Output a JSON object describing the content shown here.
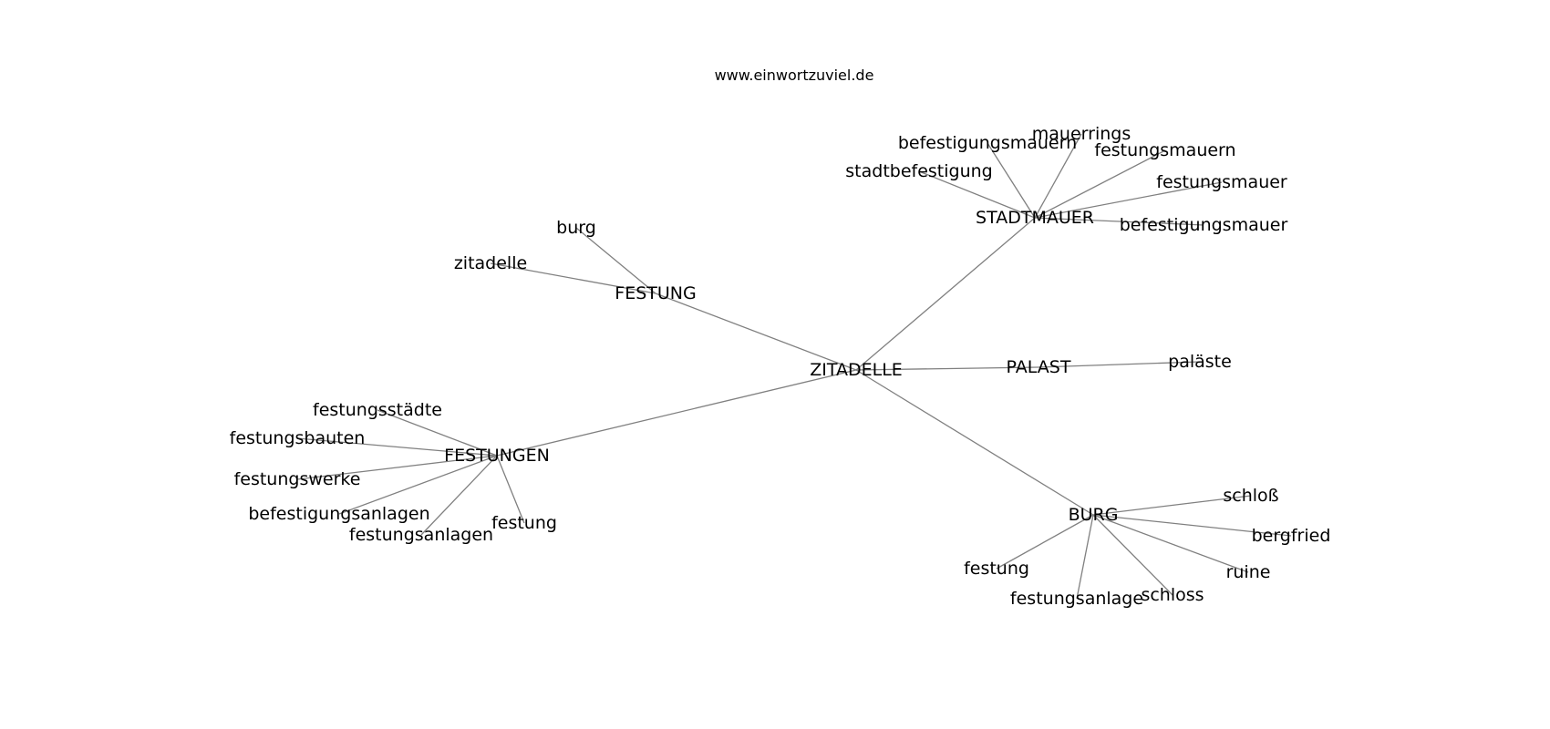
{
  "watermark": "www.einwortzuviel.de",
  "colors": {
    "edge": "#808080",
    "label": "#000000",
    "background": "#ffffff"
  },
  "nodes": [
    {
      "id": "zitadelle_main",
      "label": "ZITADELLE"
    },
    {
      "id": "festung_hub",
      "label": "FESTUNG"
    },
    {
      "id": "stadtmauer_hub",
      "label": "STADTMAUER"
    },
    {
      "id": "palast_hub",
      "label": "PALAST"
    },
    {
      "id": "festungen_hub",
      "label": "FESTUNGEN"
    },
    {
      "id": "burg_hub",
      "label": "BURG"
    },
    {
      "id": "burg_leaf",
      "label": "burg"
    },
    {
      "id": "zitadelle_leaf",
      "label": "zitadelle"
    },
    {
      "id": "befestigungsmauern",
      "label": "befestigungsmauern"
    },
    {
      "id": "mauerrings",
      "label": "mauerrings"
    },
    {
      "id": "festungsmauern",
      "label": "festungsmauern"
    },
    {
      "id": "stadtbefestigung",
      "label": "stadtbefestigung"
    },
    {
      "id": "festungsmauer",
      "label": "festungsmauer"
    },
    {
      "id": "befestigungsmauer",
      "label": "befestigungsmauer"
    },
    {
      "id": "palaeste",
      "label": "paläste"
    },
    {
      "id": "festungsstaedte",
      "label": "festungsstädte"
    },
    {
      "id": "festungsbauten",
      "label": "festungsbauten"
    },
    {
      "id": "festungswerke",
      "label": "festungswerke"
    },
    {
      "id": "befestigungsanlagen",
      "label": "befestigungsanlagen"
    },
    {
      "id": "festungsanlagen",
      "label": "festungsanlagen"
    },
    {
      "id": "festung_leaf_a",
      "label": "festung"
    },
    {
      "id": "schloss_sz",
      "label": "schloß"
    },
    {
      "id": "bergfried",
      "label": "bergfried"
    },
    {
      "id": "ruine",
      "label": "ruine"
    },
    {
      "id": "schloss_ss",
      "label": "schloss"
    },
    {
      "id": "festungsanlage",
      "label": "festungsanlage"
    },
    {
      "id": "festung_leaf_b",
      "label": "festung"
    }
  ],
  "edges": [
    [
      "zitadelle_main",
      "festung_hub"
    ],
    [
      "zitadelle_main",
      "stadtmauer_hub"
    ],
    [
      "zitadelle_main",
      "palast_hub"
    ],
    [
      "zitadelle_main",
      "festungen_hub"
    ],
    [
      "zitadelle_main",
      "burg_hub"
    ],
    [
      "festung_hub",
      "burg_leaf"
    ],
    [
      "festung_hub",
      "zitadelle_leaf"
    ],
    [
      "stadtmauer_hub",
      "befestigungsmauern"
    ],
    [
      "stadtmauer_hub",
      "mauerrings"
    ],
    [
      "stadtmauer_hub",
      "festungsmauern"
    ],
    [
      "stadtmauer_hub",
      "stadtbefestigung"
    ],
    [
      "stadtmauer_hub",
      "festungsmauer"
    ],
    [
      "stadtmauer_hub",
      "befestigungsmauer"
    ],
    [
      "palast_hub",
      "palaeste"
    ],
    [
      "festungen_hub",
      "festungsstaedte"
    ],
    [
      "festungen_hub",
      "festungsbauten"
    ],
    [
      "festungen_hub",
      "festungswerke"
    ],
    [
      "festungen_hub",
      "befestigungsanlagen"
    ],
    [
      "festungen_hub",
      "festungsanlagen"
    ],
    [
      "festungen_hub",
      "festung_leaf_a"
    ],
    [
      "burg_hub",
      "schloss_sz"
    ],
    [
      "burg_hub",
      "bergfried"
    ],
    [
      "burg_hub",
      "ruine"
    ],
    [
      "burg_hub",
      "schloss_ss"
    ],
    [
      "burg_hub",
      "festungsanlage"
    ],
    [
      "burg_hub",
      "festung_leaf_b"
    ]
  ]
}
